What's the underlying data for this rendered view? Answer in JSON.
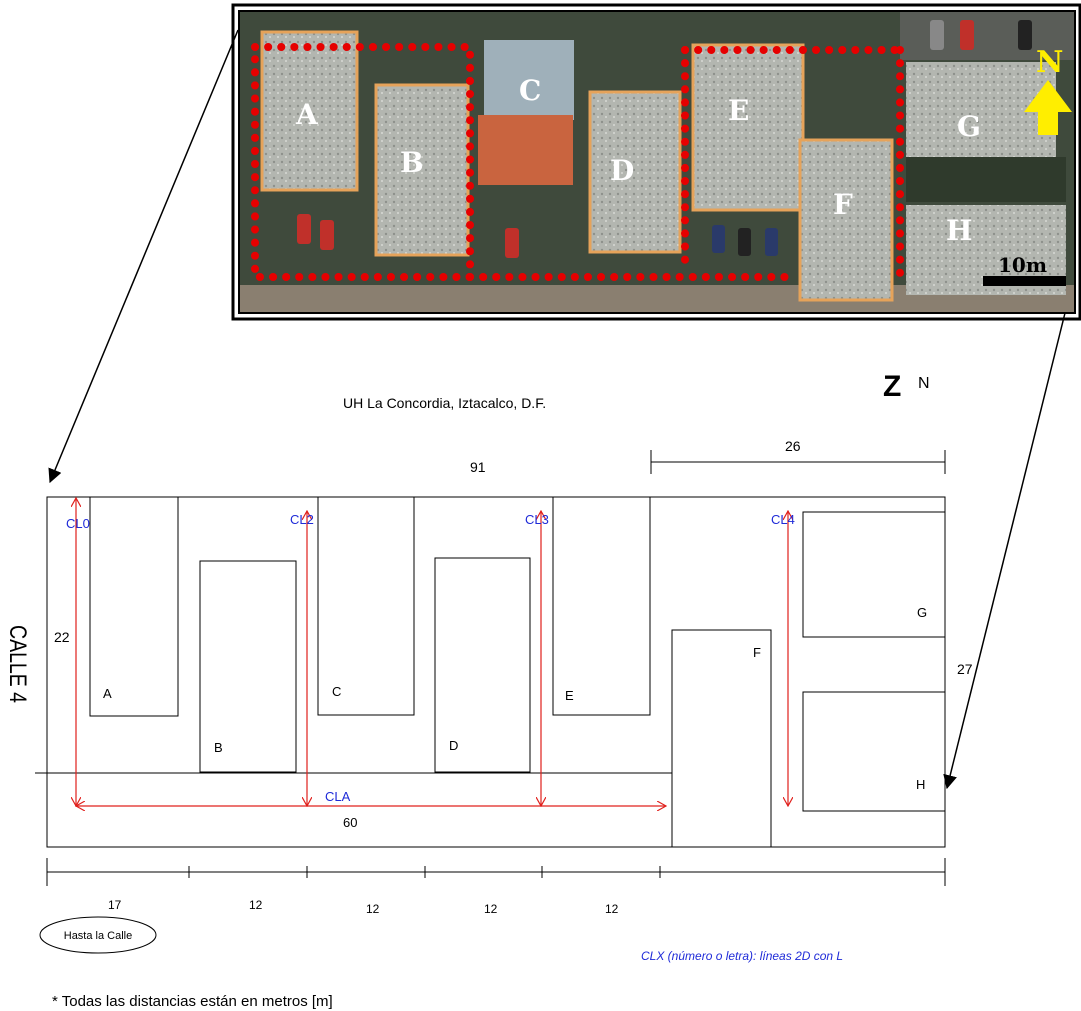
{
  "photo": {
    "building_labels": [
      "A",
      "B",
      "C",
      "D",
      "E",
      "F",
      "G",
      "H"
    ],
    "north_label": "N",
    "scale_label": "10m",
    "colors": {
      "boundary_dots": "#e60000",
      "north_arrow": "#ffee00"
    }
  },
  "plan": {
    "title": "UH La Concordia, Iztacalco, D.F.",
    "north_symbol": "Z",
    "north_label": "N",
    "street_label": "CALLE 4",
    "building_labels": [
      "A",
      "B",
      "C",
      "D",
      "E",
      "F",
      "G",
      "H"
    ],
    "line_labels": [
      "CL0",
      "CL2",
      "CL3",
      "CL4",
      "CLA"
    ],
    "dimensions": {
      "total_length": "91",
      "right_segment": "26",
      "left_height": "22",
      "right_height": "27",
      "cla_length": "60",
      "bottom_segments": [
        "17",
        "12",
        "12",
        "12",
        "12"
      ]
    },
    "ellipse_label": "Hasta la Calle",
    "legend": "CLX (número o letra): líneas 2D con L",
    "footnote": "* Todas las distancias están en metros [m]",
    "colors": {
      "lines_red": "#e0201c",
      "labels_blue": "#1f2bd8"
    }
  }
}
